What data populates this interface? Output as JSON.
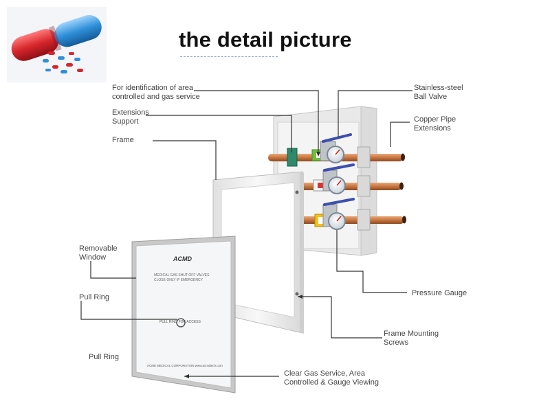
{
  "title": "the detail picture",
  "labels": {
    "identification": "For identification of area\ncontrolled and gas service",
    "extensions_support": "Extensions\nSupport",
    "frame": "Frame",
    "removable_window": "Removable\nWindow",
    "pull_ring_1": "Pull Ring",
    "pull_ring_2": "Pull Ring",
    "ball_valve": "Stainless-steel\nBall Valve",
    "copper_pipe": "Copper Pipe\nExtensions",
    "pressure_gauge": "Pressure Gauge",
    "frame_screws": "Frame Mounting\nScrews",
    "clear_gas": "Clear Gas Service, Area\nControlled & Gauge Viewing"
  },
  "window_text": {
    "brand": "ACMD",
    "warning_1": "MEDICAL GAS SHUT-OFF VALVES",
    "warning_2": "CLOSE ONLY IF EMERGENCY",
    "pull_text": "PULL RING FOR ACCESS",
    "footer": "ACME MEDICAL CORPORATION  www.acmdtech.com"
  },
  "colors": {
    "copper": "#c8763f",
    "label_green": "#6fbe3c",
    "label_white": "#f4f4f4",
    "label_yellow": "#f2c21b",
    "valve_handle": "#3c4fb0",
    "pill_red": "#d6262b",
    "pill_blue": "#2f8fd8"
  }
}
